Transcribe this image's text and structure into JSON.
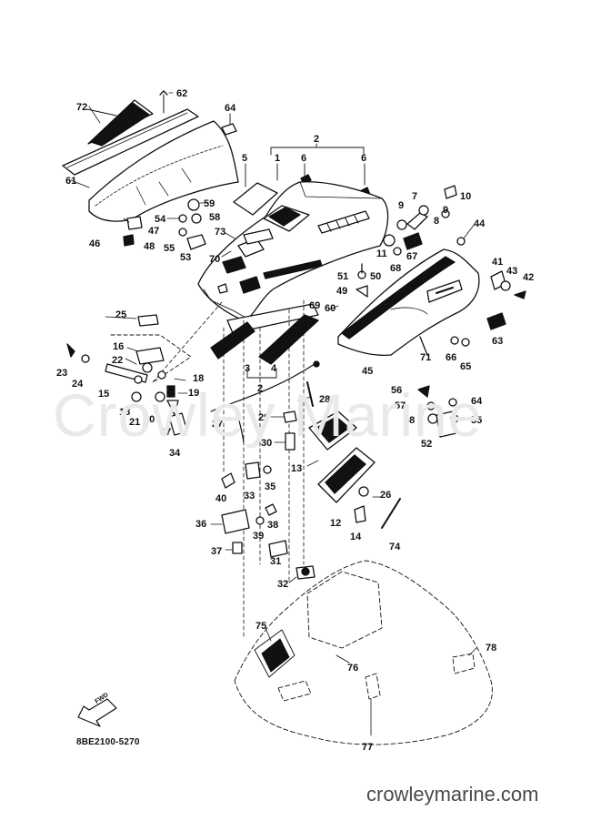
{
  "diagram": {
    "code": "8BE2100-5270",
    "watermark": "Crowley Marine",
    "site": "crowleymarine.com",
    "fwd": "FWD"
  },
  "callouts": [
    {
      "id": "c72",
      "text": "72"
    },
    {
      "id": "c62",
      "text": "62"
    },
    {
      "id": "c64",
      "text": "64"
    },
    {
      "id": "c2a",
      "text": "2"
    },
    {
      "id": "c5",
      "text": "5"
    },
    {
      "id": "c1",
      "text": "1"
    },
    {
      "id": "c6a",
      "text": "6"
    },
    {
      "id": "c6b",
      "text": "6"
    },
    {
      "id": "c61",
      "text": "61"
    },
    {
      "id": "c59",
      "text": "59"
    },
    {
      "id": "c54a",
      "text": "54"
    },
    {
      "id": "c58a",
      "text": "58"
    },
    {
      "id": "c47",
      "text": "47"
    },
    {
      "id": "c46",
      "text": "46"
    },
    {
      "id": "c48",
      "text": "48"
    },
    {
      "id": "c55a",
      "text": "55"
    },
    {
      "id": "c53",
      "text": "53"
    },
    {
      "id": "c73",
      "text": "73"
    },
    {
      "id": "c70",
      "text": "70"
    },
    {
      "id": "c7",
      "text": "7"
    },
    {
      "id": "c10",
      "text": "10"
    },
    {
      "id": "c9a",
      "text": "9"
    },
    {
      "id": "c9b",
      "text": "9"
    },
    {
      "id": "c8",
      "text": "8"
    },
    {
      "id": "c44",
      "text": "44"
    },
    {
      "id": "c11",
      "text": "11"
    },
    {
      "id": "c68",
      "text": "68"
    },
    {
      "id": "c67",
      "text": "67"
    },
    {
      "id": "c41",
      "text": "41"
    },
    {
      "id": "c43",
      "text": "43"
    },
    {
      "id": "c42",
      "text": "42"
    },
    {
      "id": "c51",
      "text": "51"
    },
    {
      "id": "c50",
      "text": "50"
    },
    {
      "id": "c49",
      "text": "49"
    },
    {
      "id": "c60",
      "text": "60"
    },
    {
      "id": "c69",
      "text": "69"
    },
    {
      "id": "c63",
      "text": "63"
    },
    {
      "id": "c25",
      "text": "25"
    },
    {
      "id": "c16",
      "text": "16"
    },
    {
      "id": "c22",
      "text": "22"
    },
    {
      "id": "c23",
      "text": "23"
    },
    {
      "id": "c24",
      "text": "24"
    },
    {
      "id": "c18a",
      "text": "18"
    },
    {
      "id": "c15",
      "text": "15"
    },
    {
      "id": "c19",
      "text": "19"
    },
    {
      "id": "c3",
      "text": "3"
    },
    {
      "id": "c4",
      "text": "4"
    },
    {
      "id": "c66",
      "text": "66"
    },
    {
      "id": "c65",
      "text": "65"
    },
    {
      "id": "c45",
      "text": "45"
    },
    {
      "id": "c71",
      "text": "71"
    },
    {
      "id": "c56",
      "text": "56"
    },
    {
      "id": "c64b",
      "text": "64"
    },
    {
      "id": "c57",
      "text": "57"
    },
    {
      "id": "c58b",
      "text": "58"
    },
    {
      "id": "c55b",
      "text": "55"
    },
    {
      "id": "c52",
      "text": "52"
    },
    {
      "id": "c18b",
      "text": "18"
    },
    {
      "id": "c21",
      "text": "21"
    },
    {
      "id": "c20",
      "text": "20"
    },
    {
      "id": "c17",
      "text": "17"
    },
    {
      "id": "c2b",
      "text": "2"
    },
    {
      "id": "c28",
      "text": "28"
    },
    {
      "id": "c27",
      "text": "27"
    },
    {
      "id": "c29",
      "text": "29"
    },
    {
      "id": "c30",
      "text": "30"
    },
    {
      "id": "c34",
      "text": "34"
    },
    {
      "id": "c13",
      "text": "13"
    },
    {
      "id": "c26",
      "text": "26"
    },
    {
      "id": "c35",
      "text": "35"
    },
    {
      "id": "c33",
      "text": "33"
    },
    {
      "id": "c40",
      "text": "40"
    },
    {
      "id": "c12",
      "text": "12"
    },
    {
      "id": "c14",
      "text": "14"
    },
    {
      "id": "c74",
      "text": "74"
    },
    {
      "id": "c36",
      "text": "36"
    },
    {
      "id": "c39",
      "text": "39"
    },
    {
      "id": "c38",
      "text": "38"
    },
    {
      "id": "c37",
      "text": "37"
    },
    {
      "id": "c31",
      "text": "31"
    },
    {
      "id": "c32",
      "text": "32"
    },
    {
      "id": "c75",
      "text": "75"
    },
    {
      "id": "c76",
      "text": "76"
    },
    {
      "id": "c78",
      "text": "78"
    },
    {
      "id": "c77",
      "text": "77"
    }
  ]
}
